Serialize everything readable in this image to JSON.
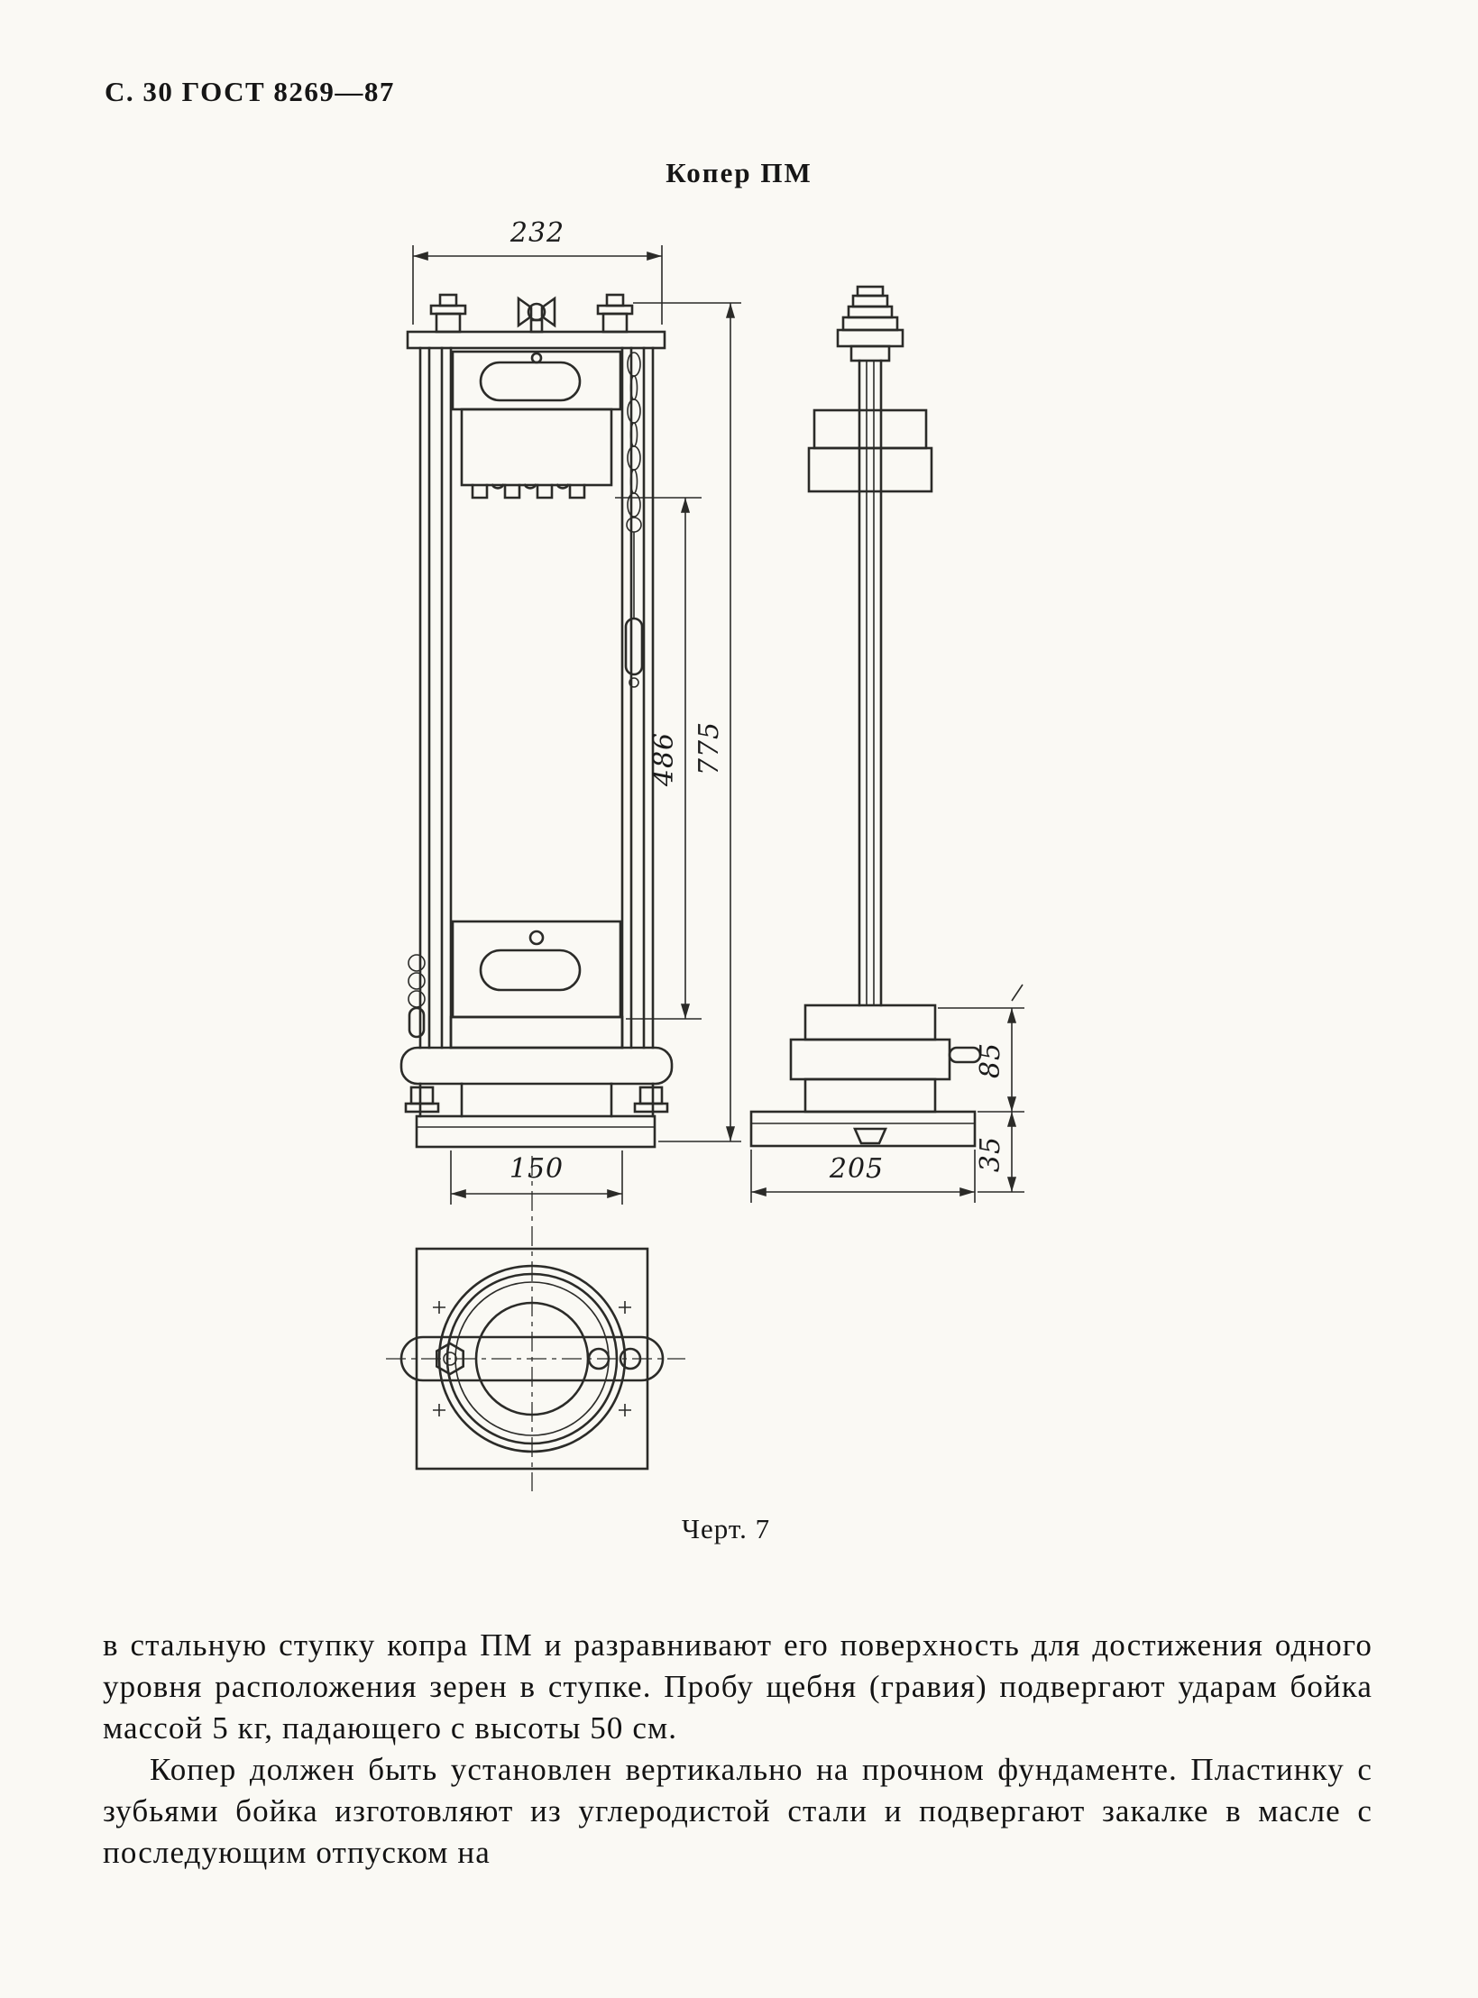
{
  "page": {
    "header": "С. 30 ГОСТ 8269—87",
    "figure_title": "Копер ПМ",
    "figure_caption": "Черт. 7"
  },
  "drawing": {
    "type": "technical drawing, impact testing machine (koper PM), three views",
    "dimensions": {
      "top_width": "232",
      "drop_height": "486",
      "total_height": "775",
      "mortar_width_front": "150",
      "base_width_side": "205",
      "anvil_height": "85",
      "base_plate_height": "35"
    }
  },
  "body": {
    "paragraph1": "в стальную ступку копра ПМ и разравнивают его поверхность для достижения одного уровня расположения зерен в ступке. Пробу щебня (гравия) подвергают ударам бойка массой 5 кг, падающего с высоты 50 см.",
    "paragraph2": "Копер должен быть установлен вертикально на прочном фундаменте. Пластинку с зубьями бойка изготовляют из углеродистой стали и подвергают закалке в масле с последующим отпуском на"
  }
}
